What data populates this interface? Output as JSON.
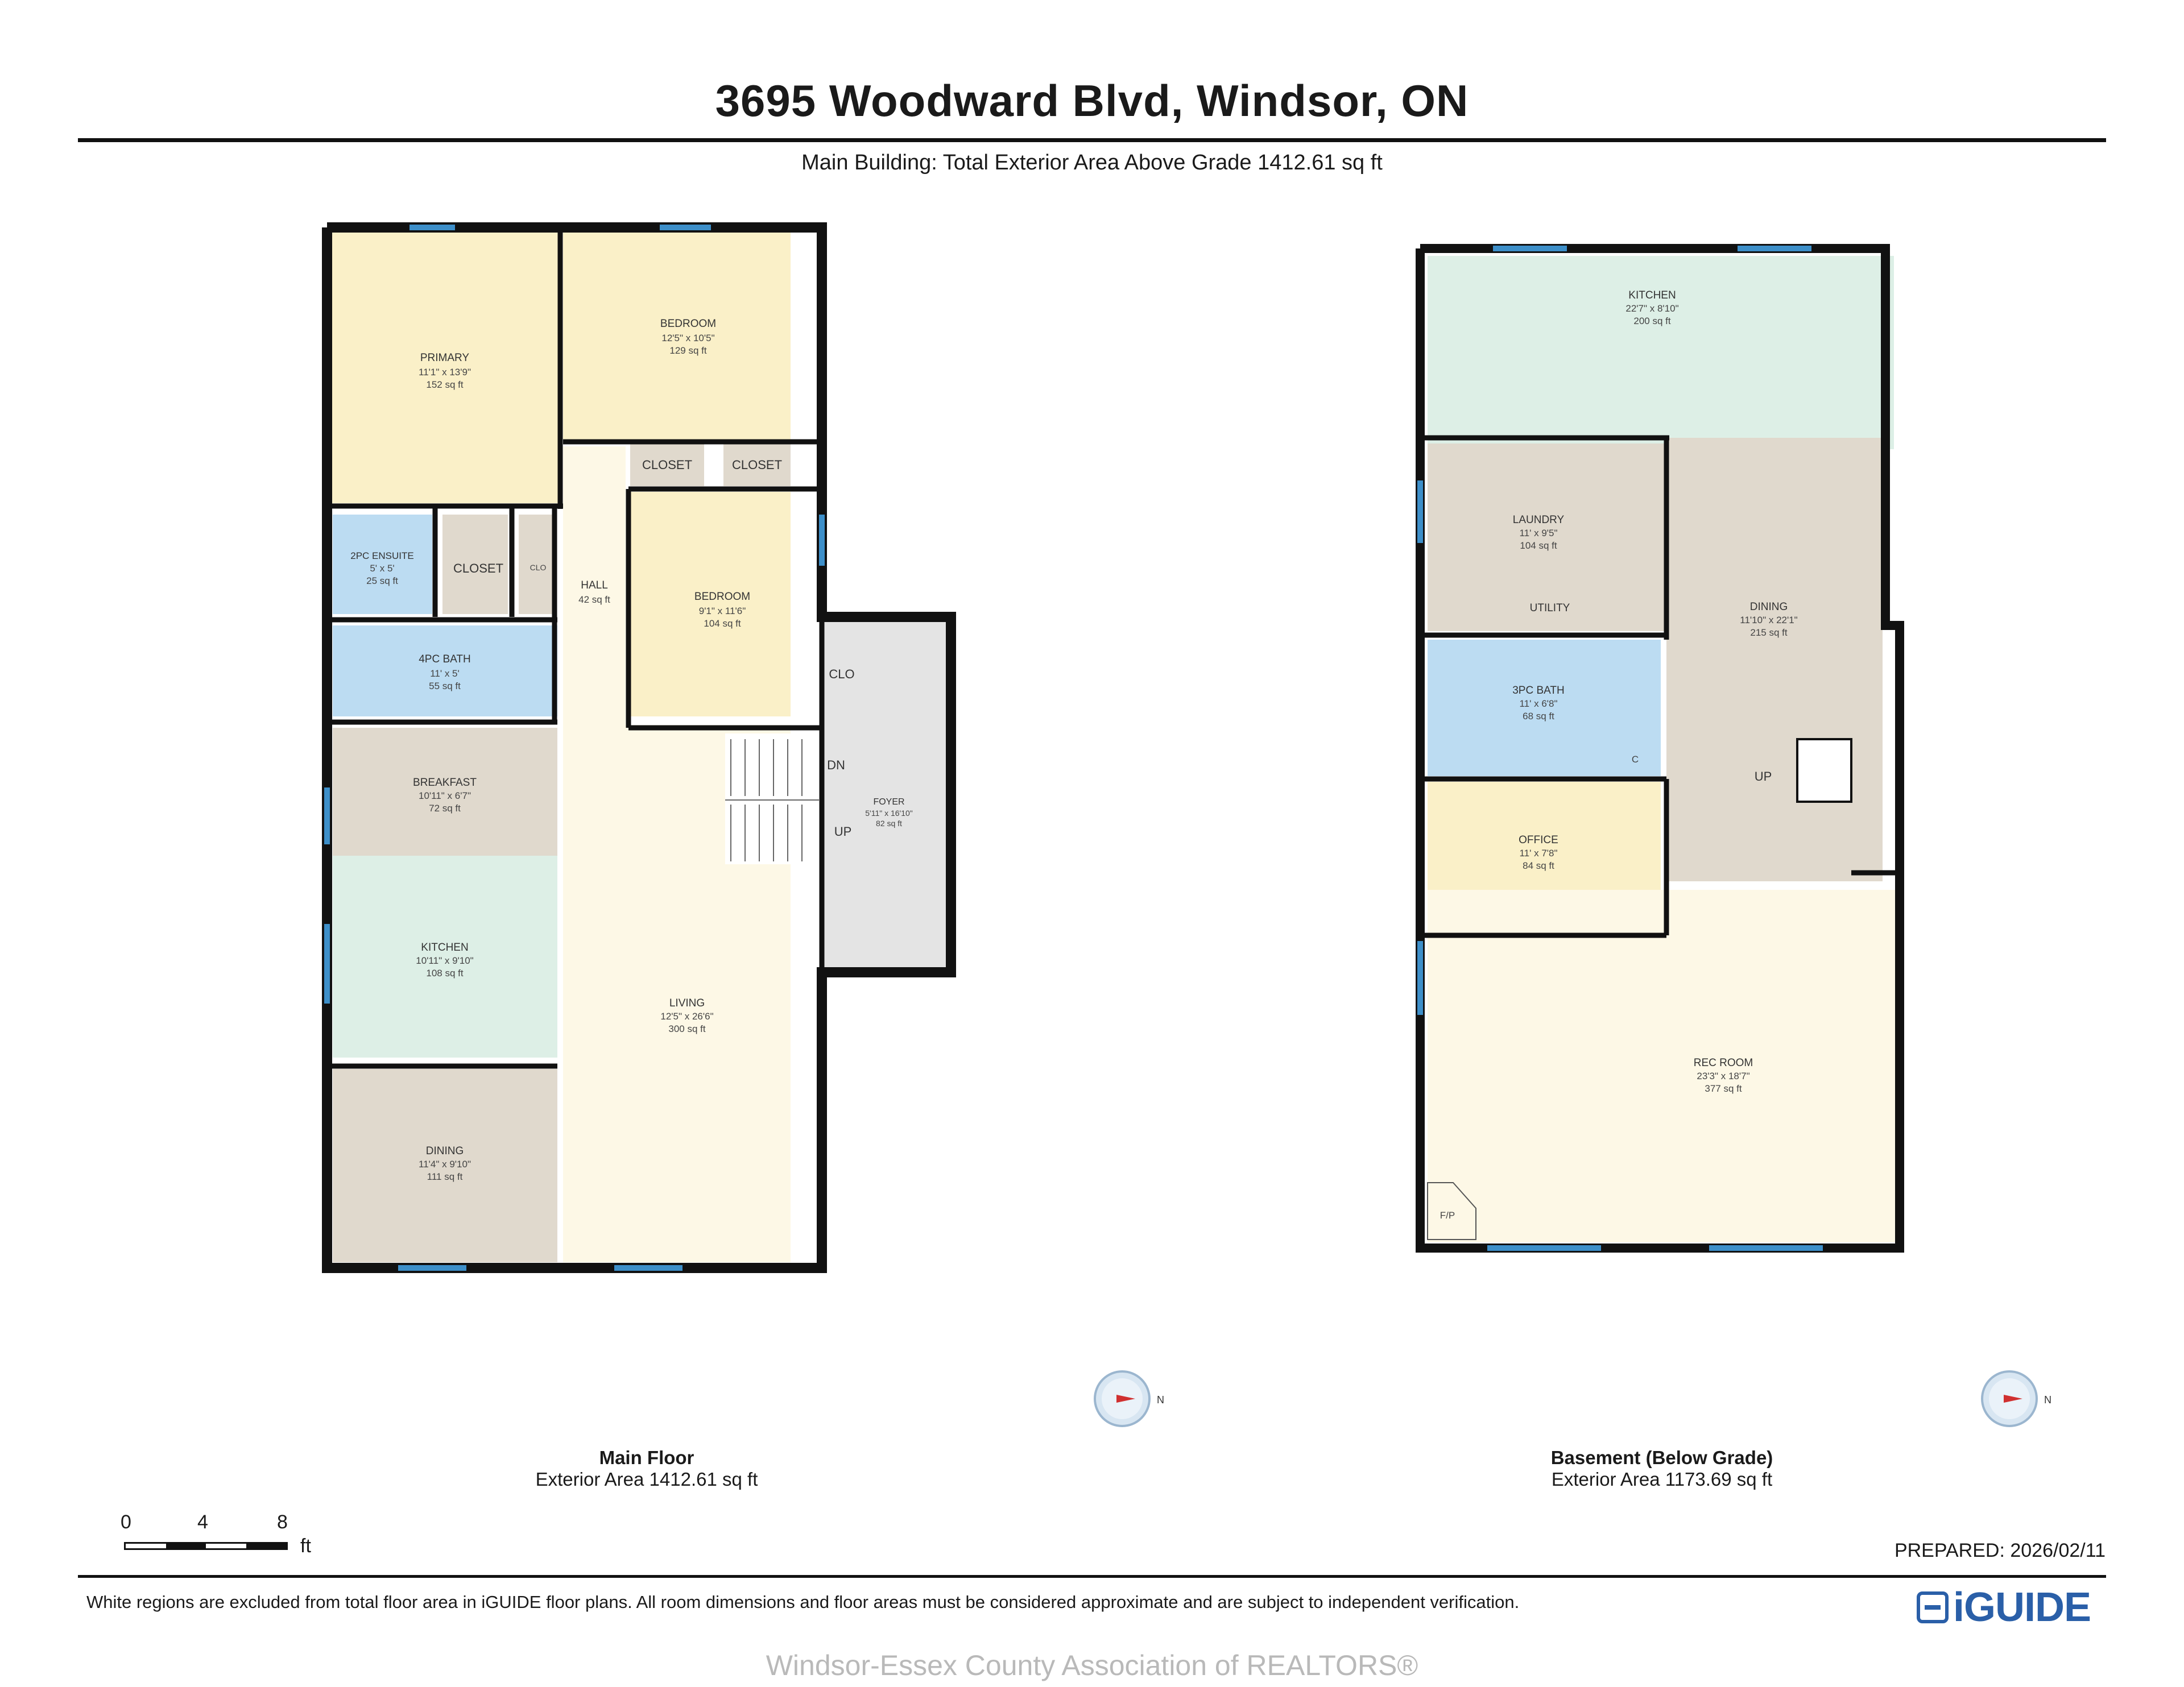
{
  "header": {
    "address": "3695 Woodward Blvd, Windsor, ON",
    "subtitle": "Main Building: Total Exterior Area Above Grade 1412.61 sq ft"
  },
  "main_floor": {
    "caption_name": "Main Floor",
    "caption_area": "Exterior Area 1412.61 sq ft",
    "rooms": {
      "primary": {
        "name": "PRIMARY",
        "dims": "11'1\" x 13'9\"",
        "area": "152 sq ft"
      },
      "bedroom1": {
        "name": "BEDROOM",
        "dims": "12'5\" x 10'5\"",
        "area": "129 sq ft"
      },
      "bedroom2": {
        "name": "BEDROOM",
        "dims": "9'1\" x 11'6\"",
        "area": "104 sq ft"
      },
      "ensuite": {
        "name": "2PC ENSUITE",
        "dims": "5' x 5'",
        "area": "25 sq ft"
      },
      "hall": {
        "name": "HALL",
        "area": "42 sq ft"
      },
      "bath": {
        "name": "4PC BATH",
        "dims": "11' x 5'",
        "area": "55 sq ft"
      },
      "breakfast": {
        "name": "BREAKFAST",
        "dims": "10'11\" x 6'7\"",
        "area": "72 sq ft"
      },
      "kitchen": {
        "name": "KITCHEN",
        "dims": "10'11\" x 9'10\"",
        "area": "108 sq ft"
      },
      "dining": {
        "name": "DINING",
        "dims": "11'4\" x 9'10\"",
        "area": "111 sq ft"
      },
      "living": {
        "name": "LIVING",
        "dims": "12'5\" x 26'6\"",
        "area": "300 sq ft"
      },
      "foyer": {
        "name": "FOYER",
        "dims": "5'11\" x 16'10\"",
        "area": "82 sq ft"
      }
    },
    "labels": {
      "closet_a": "CLOSET",
      "closet_b": "CLOSET",
      "closet_c": "CLOSET",
      "clo_small": "CLO",
      "clo_foyer": "CLO",
      "stairs_down": "DN",
      "stairs_up": "UP"
    }
  },
  "basement": {
    "caption_name": "Basement (Below Grade)",
    "caption_area": "Exterior Area 1173.69 sq ft",
    "rooms": {
      "kitchen": {
        "name": "KITCHEN",
        "dims": "22'7\" x 8'10\"",
        "area": "200 sq ft"
      },
      "laundry": {
        "name": "LAUNDRY",
        "dims": "11' x 9'5\"",
        "area": "104 sq ft"
      },
      "dining": {
        "name": "DINING",
        "dims": "11'10\" x 22'1\"",
        "area": "215 sq ft"
      },
      "bath": {
        "name": "3PC BATH",
        "dims": "11' x 6'8\"",
        "area": "68 sq ft"
      },
      "office": {
        "name": "OFFICE",
        "dims": "11' x 7'8\"",
        "area": "84 sq ft"
      },
      "rec": {
        "name": "REC ROOM",
        "dims": "23'3\" x 18'7\"",
        "area": "377 sq ft"
      }
    },
    "labels": {
      "utility": "UTILITY",
      "closet_c": "C",
      "stairs_up": "UP",
      "fireplace": "F/P"
    }
  },
  "compass": {
    "north_label": "N"
  },
  "scale": {
    "ticks": [
      "0",
      "4",
      "8"
    ],
    "unit": "ft"
  },
  "prepared": "PREPARED: 2026/02/11",
  "disclaimer": "White regions are excluded from total floor area in iGUIDE floor plans. All room dimensions and floor areas must be considered approximate and are subject to independent verification.",
  "brand": "iGUIDE",
  "watermark": "Windsor-Essex County Association of REALTORS®",
  "colors": {
    "bedroom": "#faf0c8",
    "bath": "#bcdcf2",
    "closet": "#e0d9cd",
    "kitchen": "#ddefe6",
    "living": "#fdf8e6",
    "foyer": "#e4e4e4",
    "wall": "#111111",
    "window": "#3d8fc9"
  }
}
